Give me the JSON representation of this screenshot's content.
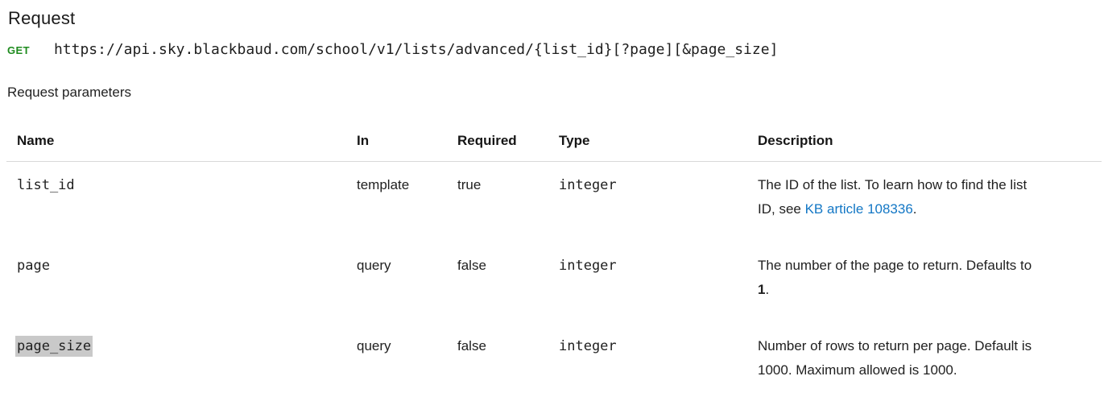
{
  "page": {
    "title": "Request",
    "method": "GET",
    "url": "https://api.sky.blackbaud.com/school/v1/lists/advanced/{list_id}[?page][&page_size]",
    "params_heading": "Request parameters"
  },
  "colors": {
    "method_green": "#1e8b1e",
    "link_blue": "#1377c5",
    "highlight_gray": "#c9c9c9",
    "header_rule": "#d8d8d8"
  },
  "table": {
    "headers": {
      "name": "Name",
      "in": "In",
      "required": "Required",
      "type": "Type",
      "description": "Description"
    },
    "rows": [
      {
        "name": "list_id",
        "in": "template",
        "required": "true",
        "type": "integer",
        "desc_line1": "The ID of the list. To learn how to find the list",
        "desc_line2_before": "ID, see ",
        "link_text": "KB article 108336",
        "desc_line2_after": "."
      },
      {
        "name": "page",
        "in": "query",
        "required": "false",
        "type": "integer",
        "desc_line1": "The number of the page to return. Defaults to",
        "default_value": "1",
        "desc_line2_after": "."
      },
      {
        "name": "page_size",
        "in": "query",
        "required": "false",
        "type": "integer",
        "desc_line1": "Number of rows to return per page. Default is",
        "desc_line2": "1000. Maximum allowed is 1000."
      }
    ]
  }
}
